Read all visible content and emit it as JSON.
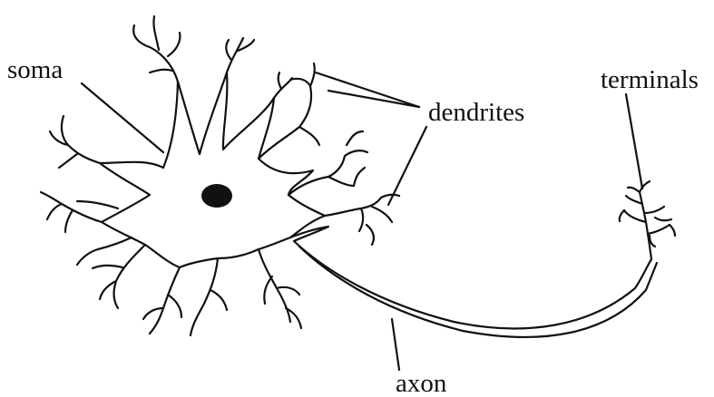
{
  "labels": {
    "soma": "soma",
    "dendrites": "dendrites",
    "terminals": "terminals",
    "axon": "axon"
  },
  "colors": {
    "ink": "#111111",
    "background": "#ffffff"
  }
}
